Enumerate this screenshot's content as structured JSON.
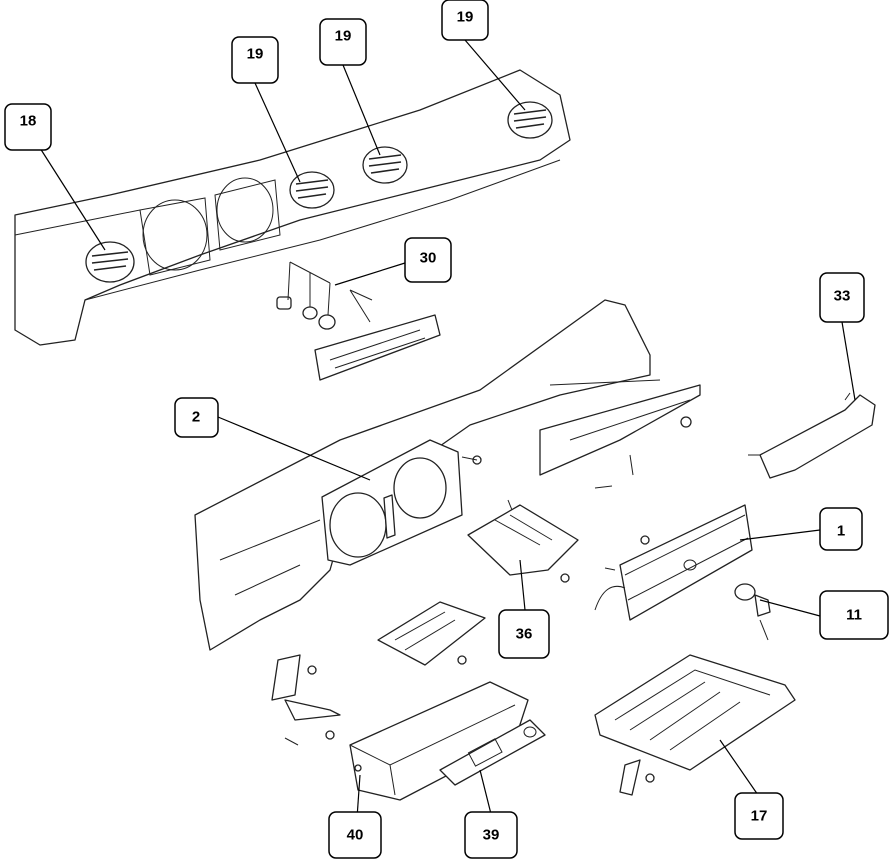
{
  "callouts": {
    "c18": "18",
    "c19a": "19",
    "c19b": "19",
    "c19c": "19",
    "c30": "30",
    "c33": "33",
    "c2": "2",
    "c1": "1",
    "c11": "11",
    "c36": "36",
    "c40": "40",
    "c39": "39",
    "c17": "17"
  },
  "colors": {
    "line": "#000000",
    "box_fill": "#ffffff",
    "background": "#ffffff"
  }
}
